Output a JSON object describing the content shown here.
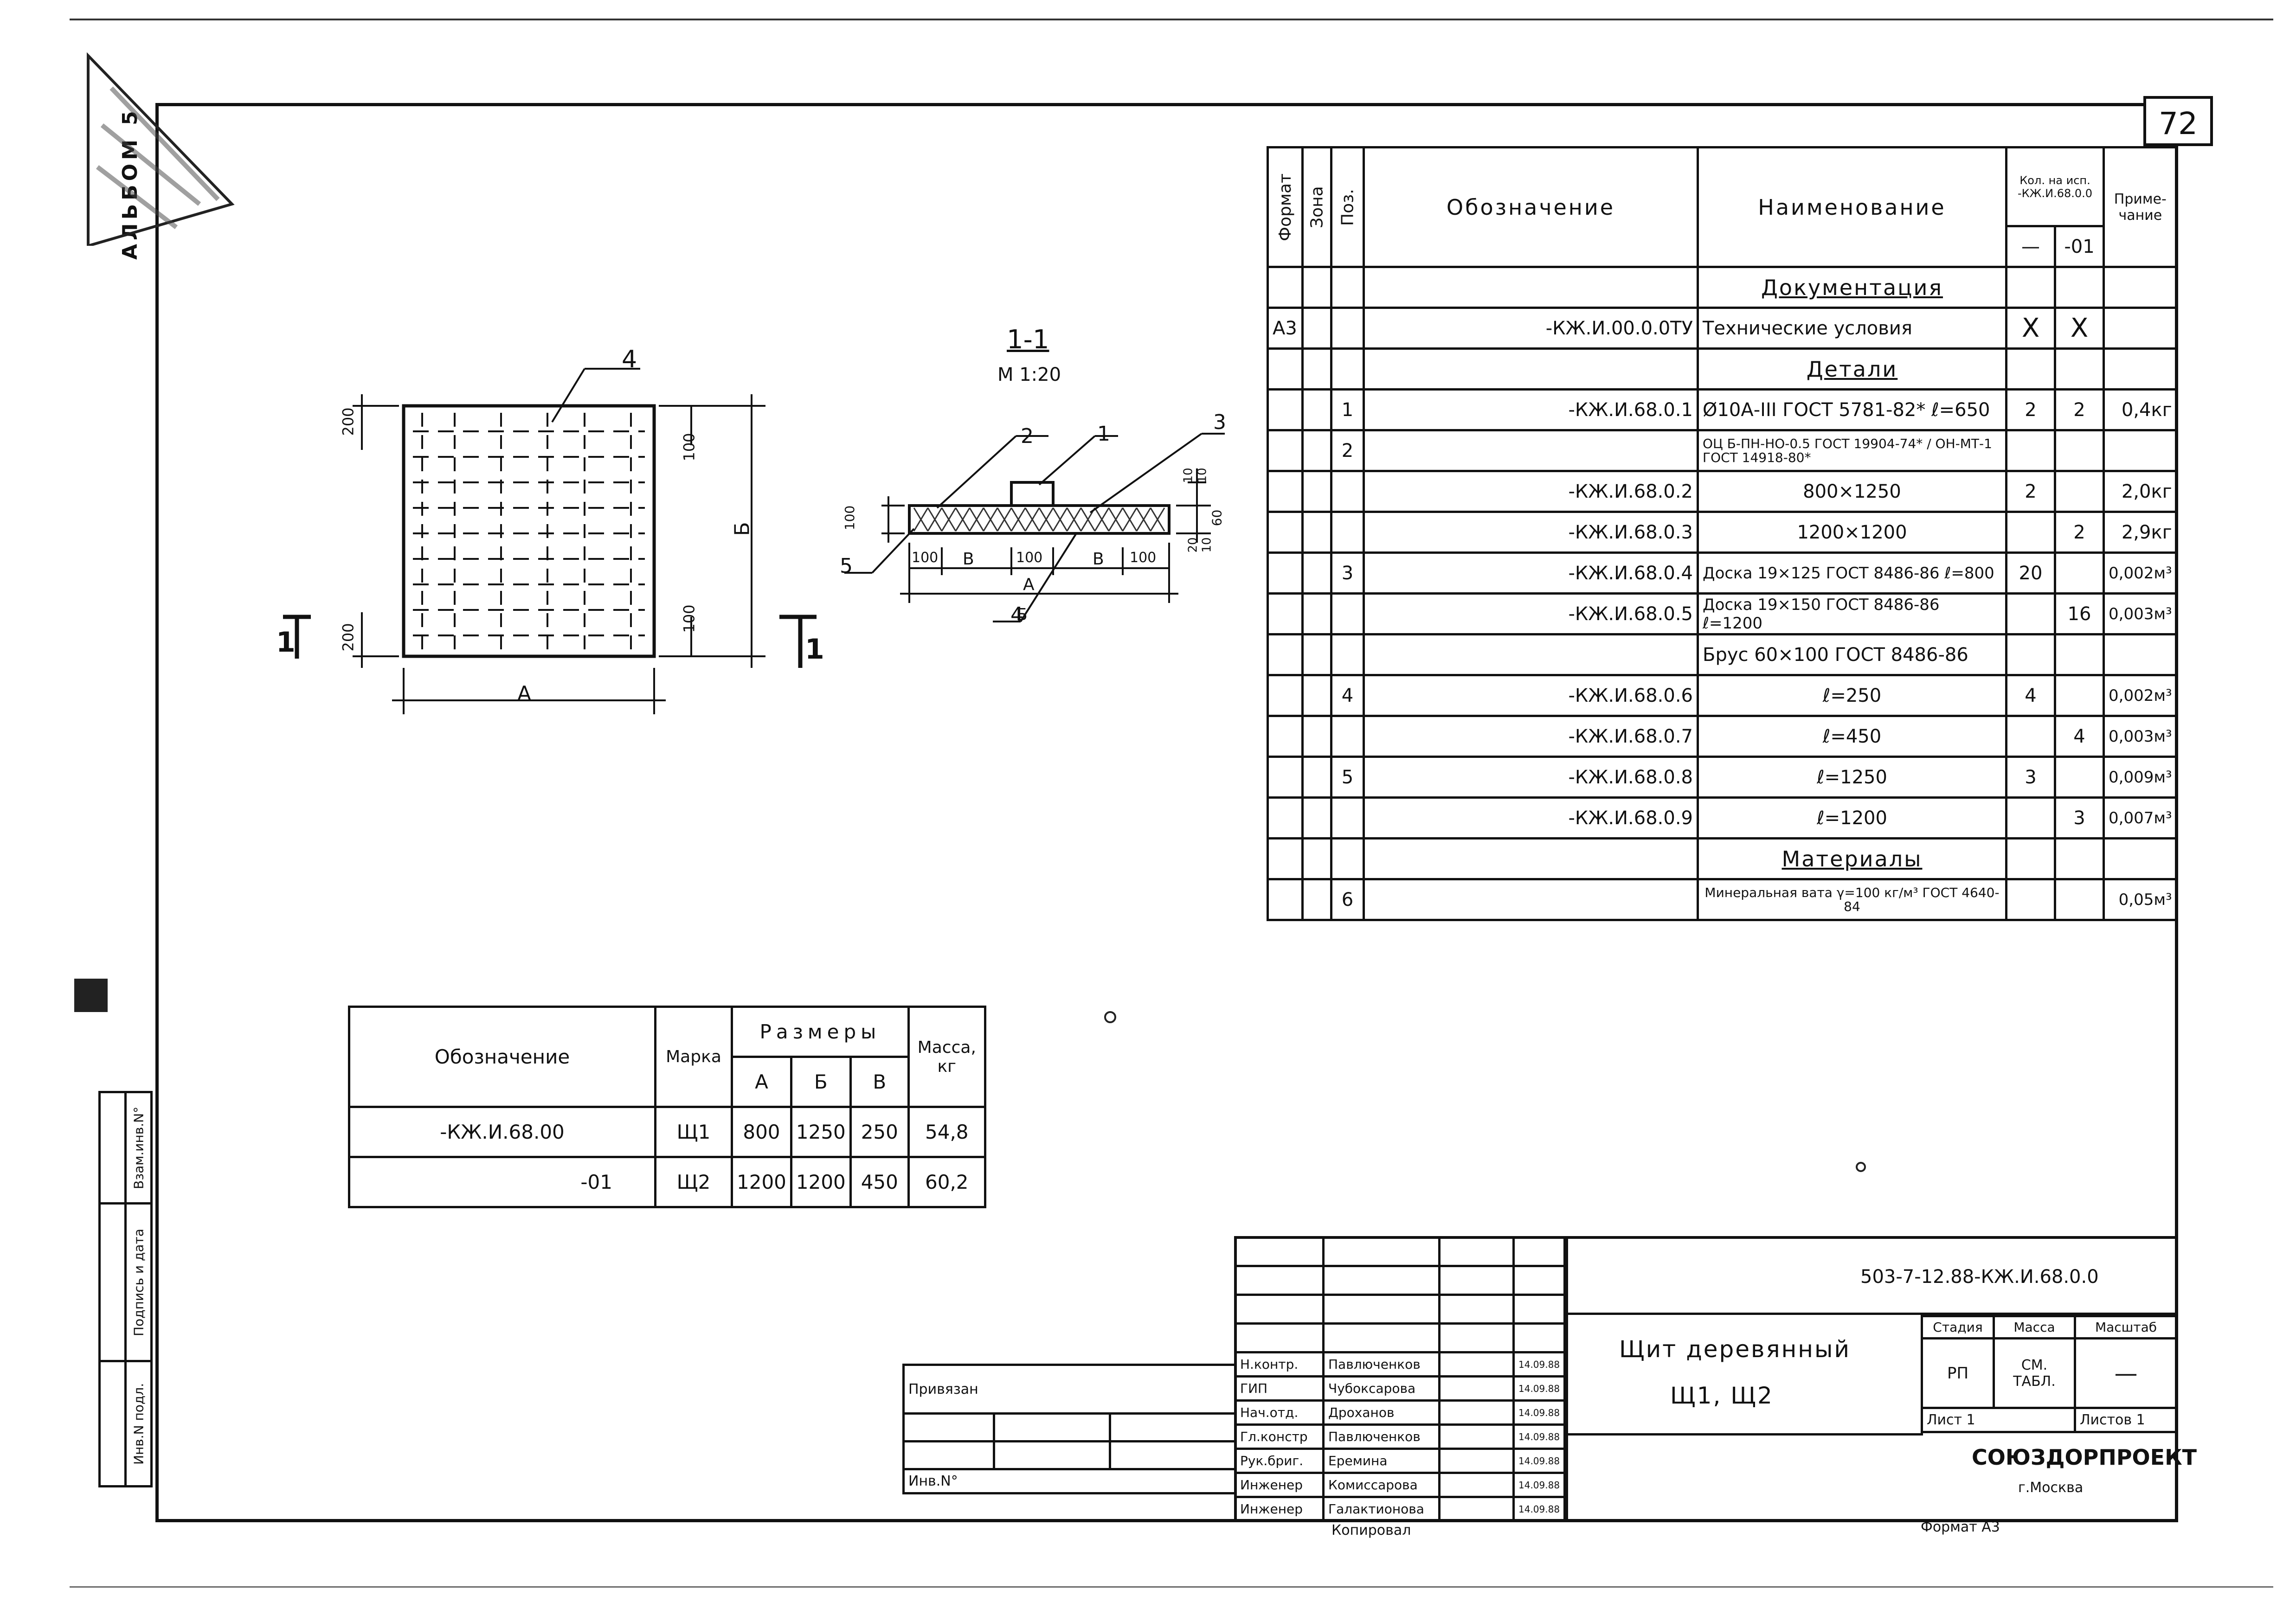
{
  "page_number": "72",
  "album": "АЛЬБОМ 5",
  "section": {
    "title": "1-1",
    "scale": "М 1:20",
    "callouts": [
      "1",
      "2",
      "3",
      "4",
      "5"
    ],
    "dims": {
      "b100a": "100",
      "b100b": "100",
      "b100c": "100",
      "v100": "100",
      "v10a": "10",
      "v10b": "10",
      "v60": "60",
      "v20": "20",
      "v10c": "10"
    },
    "letters": {
      "A": "А",
      "B1": "В",
      "B2": "В",
      "Bb": "Б"
    }
  },
  "plan": {
    "dim_top_left": "200",
    "dim_bot_left": "200",
    "dim_top_right": "100",
    "dim_bot_right": "100",
    "letter_a": "А",
    "letter_b": "Б",
    "callout": "4",
    "cut_left": "1",
    "cut_right": "1"
  },
  "spec": {
    "headers": {
      "format": "Формат",
      "zone": "Зона",
      "pos": "Поз.",
      "designation": "Обозначение",
      "name": "Наименование",
      "qty": "Кол. на исп. -КЖ.И.68.0.0",
      "qty_a": "—",
      "qty_b": "-01",
      "note": "Приме-чание"
    },
    "rows": [
      {
        "format": "",
        "pos": "",
        "des": "",
        "name": "Документация",
        "qa": "",
        "qb": "",
        "note": "",
        "section": true
      },
      {
        "format": "А3",
        "pos": "",
        "des": "-КЖ.И.00.0.0ТУ",
        "name": "Технические условия",
        "qa": "X",
        "qb": "X",
        "note": ""
      },
      {
        "format": "",
        "pos": "",
        "des": "",
        "name": "Детали",
        "qa": "",
        "qb": "",
        "note": "",
        "section": true
      },
      {
        "format": "",
        "pos": "1",
        "des": "-КЖ.И.68.0.1",
        "name": "Ø10А-III ГОСТ 5781-82* ℓ=650",
        "qa": "2",
        "qb": "2",
        "note": "0,4кг"
      },
      {
        "format": "",
        "pos": "2",
        "des": "",
        "name": "ОЦ Б-ПН-НО-0.5 ГОСТ 19904-74* / ОН-МТ-1 ГОСТ 14918-80*",
        "qa": "",
        "qb": "",
        "note": "",
        "small": true
      },
      {
        "format": "",
        "pos": "",
        "des": "-КЖ.И.68.0.2",
        "name": "800×1250",
        "qa": "2",
        "qb": "",
        "note": "2,0кг",
        "center": true
      },
      {
        "format": "",
        "pos": "",
        "des": "-КЖ.И.68.0.3",
        "name": "1200×1200",
        "qa": "",
        "qb": "2",
        "note": "2,9кг",
        "center": true
      },
      {
        "format": "",
        "pos": "3",
        "des": "-КЖ.И.68.0.4",
        "name": "Доска 19×125 ГОСТ 8486-86 ℓ=800",
        "qa": "20",
        "qb": "",
        "note": "0,002м³"
      },
      {
        "format": "",
        "pos": "",
        "des": "-КЖ.И.68.0.5",
        "name": "Доска 19×150 ГОСТ 8486-86 ℓ=1200",
        "qa": "",
        "qb": "16",
        "note": "0,003м³"
      },
      {
        "format": "",
        "pos": "",
        "des": "",
        "name": "Брус 60×100 ГОСТ 8486-86",
        "qa": "",
        "qb": "",
        "note": ""
      },
      {
        "format": "",
        "pos": "4",
        "des": "-КЖ.И.68.0.6",
        "name": "ℓ=250",
        "qa": "4",
        "qb": "",
        "note": "0,002м³",
        "center": true
      },
      {
        "format": "",
        "pos": "",
        "des": "-КЖ.И.68.0.7",
        "name": "ℓ=450",
        "qa": "",
        "qb": "4",
        "note": "0,003м³",
        "center": true
      },
      {
        "format": "",
        "pos": "5",
        "des": "-КЖ.И.68.0.8",
        "name": "ℓ=1250",
        "qa": "3",
        "qb": "",
        "note": "0,009м³",
        "center": true
      },
      {
        "format": "",
        "pos": "",
        "des": "-КЖ.И.68.0.9",
        "name": "ℓ=1200",
        "qa": "",
        "qb": "3",
        "note": "0,007м³",
        "center": true
      },
      {
        "format": "",
        "pos": "",
        "des": "",
        "name": "Материалы",
        "qa": "",
        "qb": "",
        "note": "",
        "section": true
      },
      {
        "format": "",
        "pos": "6",
        "des": "",
        "name": "Минеральная вата γ=100 кг/м³ ГОСТ 4640-84",
        "qa": "",
        "qb": "",
        "note": "0,05м³",
        "small": true
      }
    ]
  },
  "sizes": {
    "h_des": "Обозначение",
    "h_mark": "Марка",
    "h_sizes": "Размеры",
    "h_a": "А",
    "h_b": "Б",
    "h_v": "В",
    "h_mass": "Масса, кг",
    "rows": [
      {
        "des": "-КЖ.И.68.00",
        "mark": "Щ1",
        "a": "800",
        "b": "1250",
        "v": "250",
        "mass": "54,8"
      },
      {
        "des": "-01",
        "mark": "Щ2",
        "a": "1200",
        "b": "1200",
        "v": "450",
        "mass": "60,2"
      }
    ]
  },
  "stamp": {
    "code": "503-7-12.88-КЖ.И.68.0.0",
    "title1": "Щит деревянный",
    "title2": "Щ1, Щ2",
    "stage_h": "Стадия",
    "mass_h": "Масса",
    "scale_h": "Масштаб",
    "stage": "РП",
    "mass": "СМ. ТАБЛ.",
    "scale": "—",
    "sheet": "Лист 1",
    "sheets": "Листов 1",
    "org": "СОЮЗДОРПРОЕКТ",
    "city": "г.Москва",
    "format": "Формат А3",
    "copied": "Копировал",
    "linked": "Привязан",
    "inv": "Инв.N°",
    "people": [
      {
        "role": "Н.контр.",
        "name": "Павлюченков",
        "date": "14.09.88"
      },
      {
        "role": "ГИП",
        "name": "Чубоксарова",
        "date": "14.09.88"
      },
      {
        "role": "Нач.отд.",
        "name": "Дроханов",
        "date": "14.09.88"
      },
      {
        "role": "Гл.констр",
        "name": "Павлюченков",
        "date": "14.09.88"
      },
      {
        "role": "Рук.бриг.",
        "name": "Еремина",
        "date": "14.09.88"
      },
      {
        "role": "Инженер",
        "name": "Комиссарова",
        "date": "14.09.88"
      },
      {
        "role": "Инженер",
        "name": "Галактионова",
        "date": "14.09.88"
      }
    ]
  },
  "side_stamp": {
    "a": "Взам.инв.N°",
    "b": "Подпись и дата",
    "c": "Инв.N подл."
  }
}
